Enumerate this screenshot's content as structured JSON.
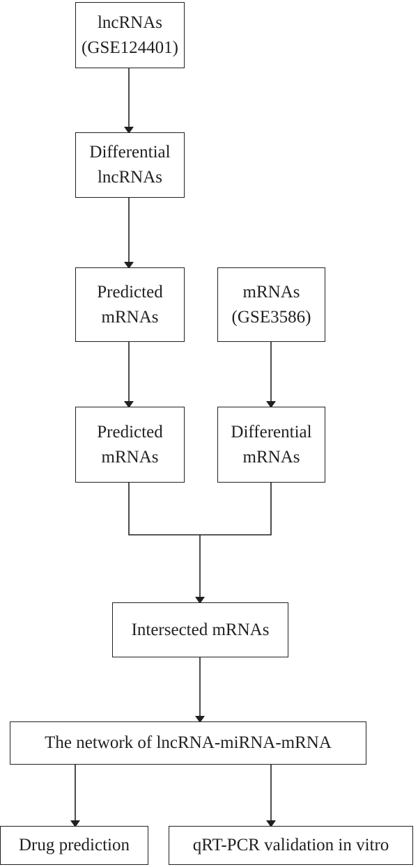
{
  "diagram": {
    "stroke_color": "#231f20",
    "background": "#ffffff",
    "nodes": {
      "lncrnas_source": {
        "line1": "lncRNAs",
        "line2": "(GSE124401)"
      },
      "differential_lncrnas": {
        "line1": "Differential",
        "line2": "lncRNAs"
      },
      "predicted_mrnas_top": {
        "line1": "Predicted",
        "line2": "mRNAs"
      },
      "mrnas_source": {
        "line1": "mRNAs",
        "line2": "(GSE3586)"
      },
      "predicted_mrnas_bottom": {
        "line1": "Predicted",
        "line2": "mRNAs"
      },
      "differential_mrnas": {
        "line1": "Differential",
        "line2": "mRNAs"
      },
      "intersected_mrnas": {
        "label": "Intersected mRNAs"
      },
      "network": {
        "label": "The network of lncRNA-miRNA-mRNA"
      },
      "drug_prediction": {
        "label": "Drug prediction"
      },
      "qrt_pcr_validation": {
        "label": "qRT-PCR validation in vitro"
      }
    }
  }
}
